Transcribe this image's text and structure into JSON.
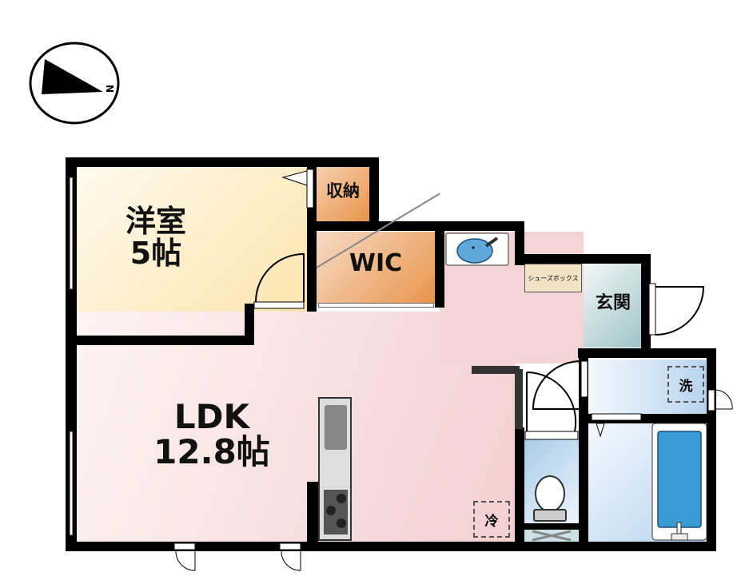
{
  "compass": {
    "label": "N",
    "icon": "north-arrow-icon"
  },
  "rooms": {
    "western_room": {
      "name": "洋室",
      "size": "5帖"
    },
    "storage": {
      "name": "収納"
    },
    "wic": {
      "name": "WIC"
    },
    "ldk": {
      "name": "LDK",
      "size": "12.8帖"
    },
    "entrance": {
      "name": "玄関"
    },
    "shoe_box": {
      "name": "シューズボックス"
    },
    "washer": {
      "name": "洗"
    },
    "fridge": {
      "name": "冷"
    }
  },
  "colors": {
    "western_room": "#fbe8b8",
    "storage": "#e8944a",
    "ldk": "#f7dcdc",
    "entrance": "#a9c9cc",
    "bath": "#b9d6ee",
    "shoe_box": "#f1e4c4",
    "wall": "#000000"
  }
}
